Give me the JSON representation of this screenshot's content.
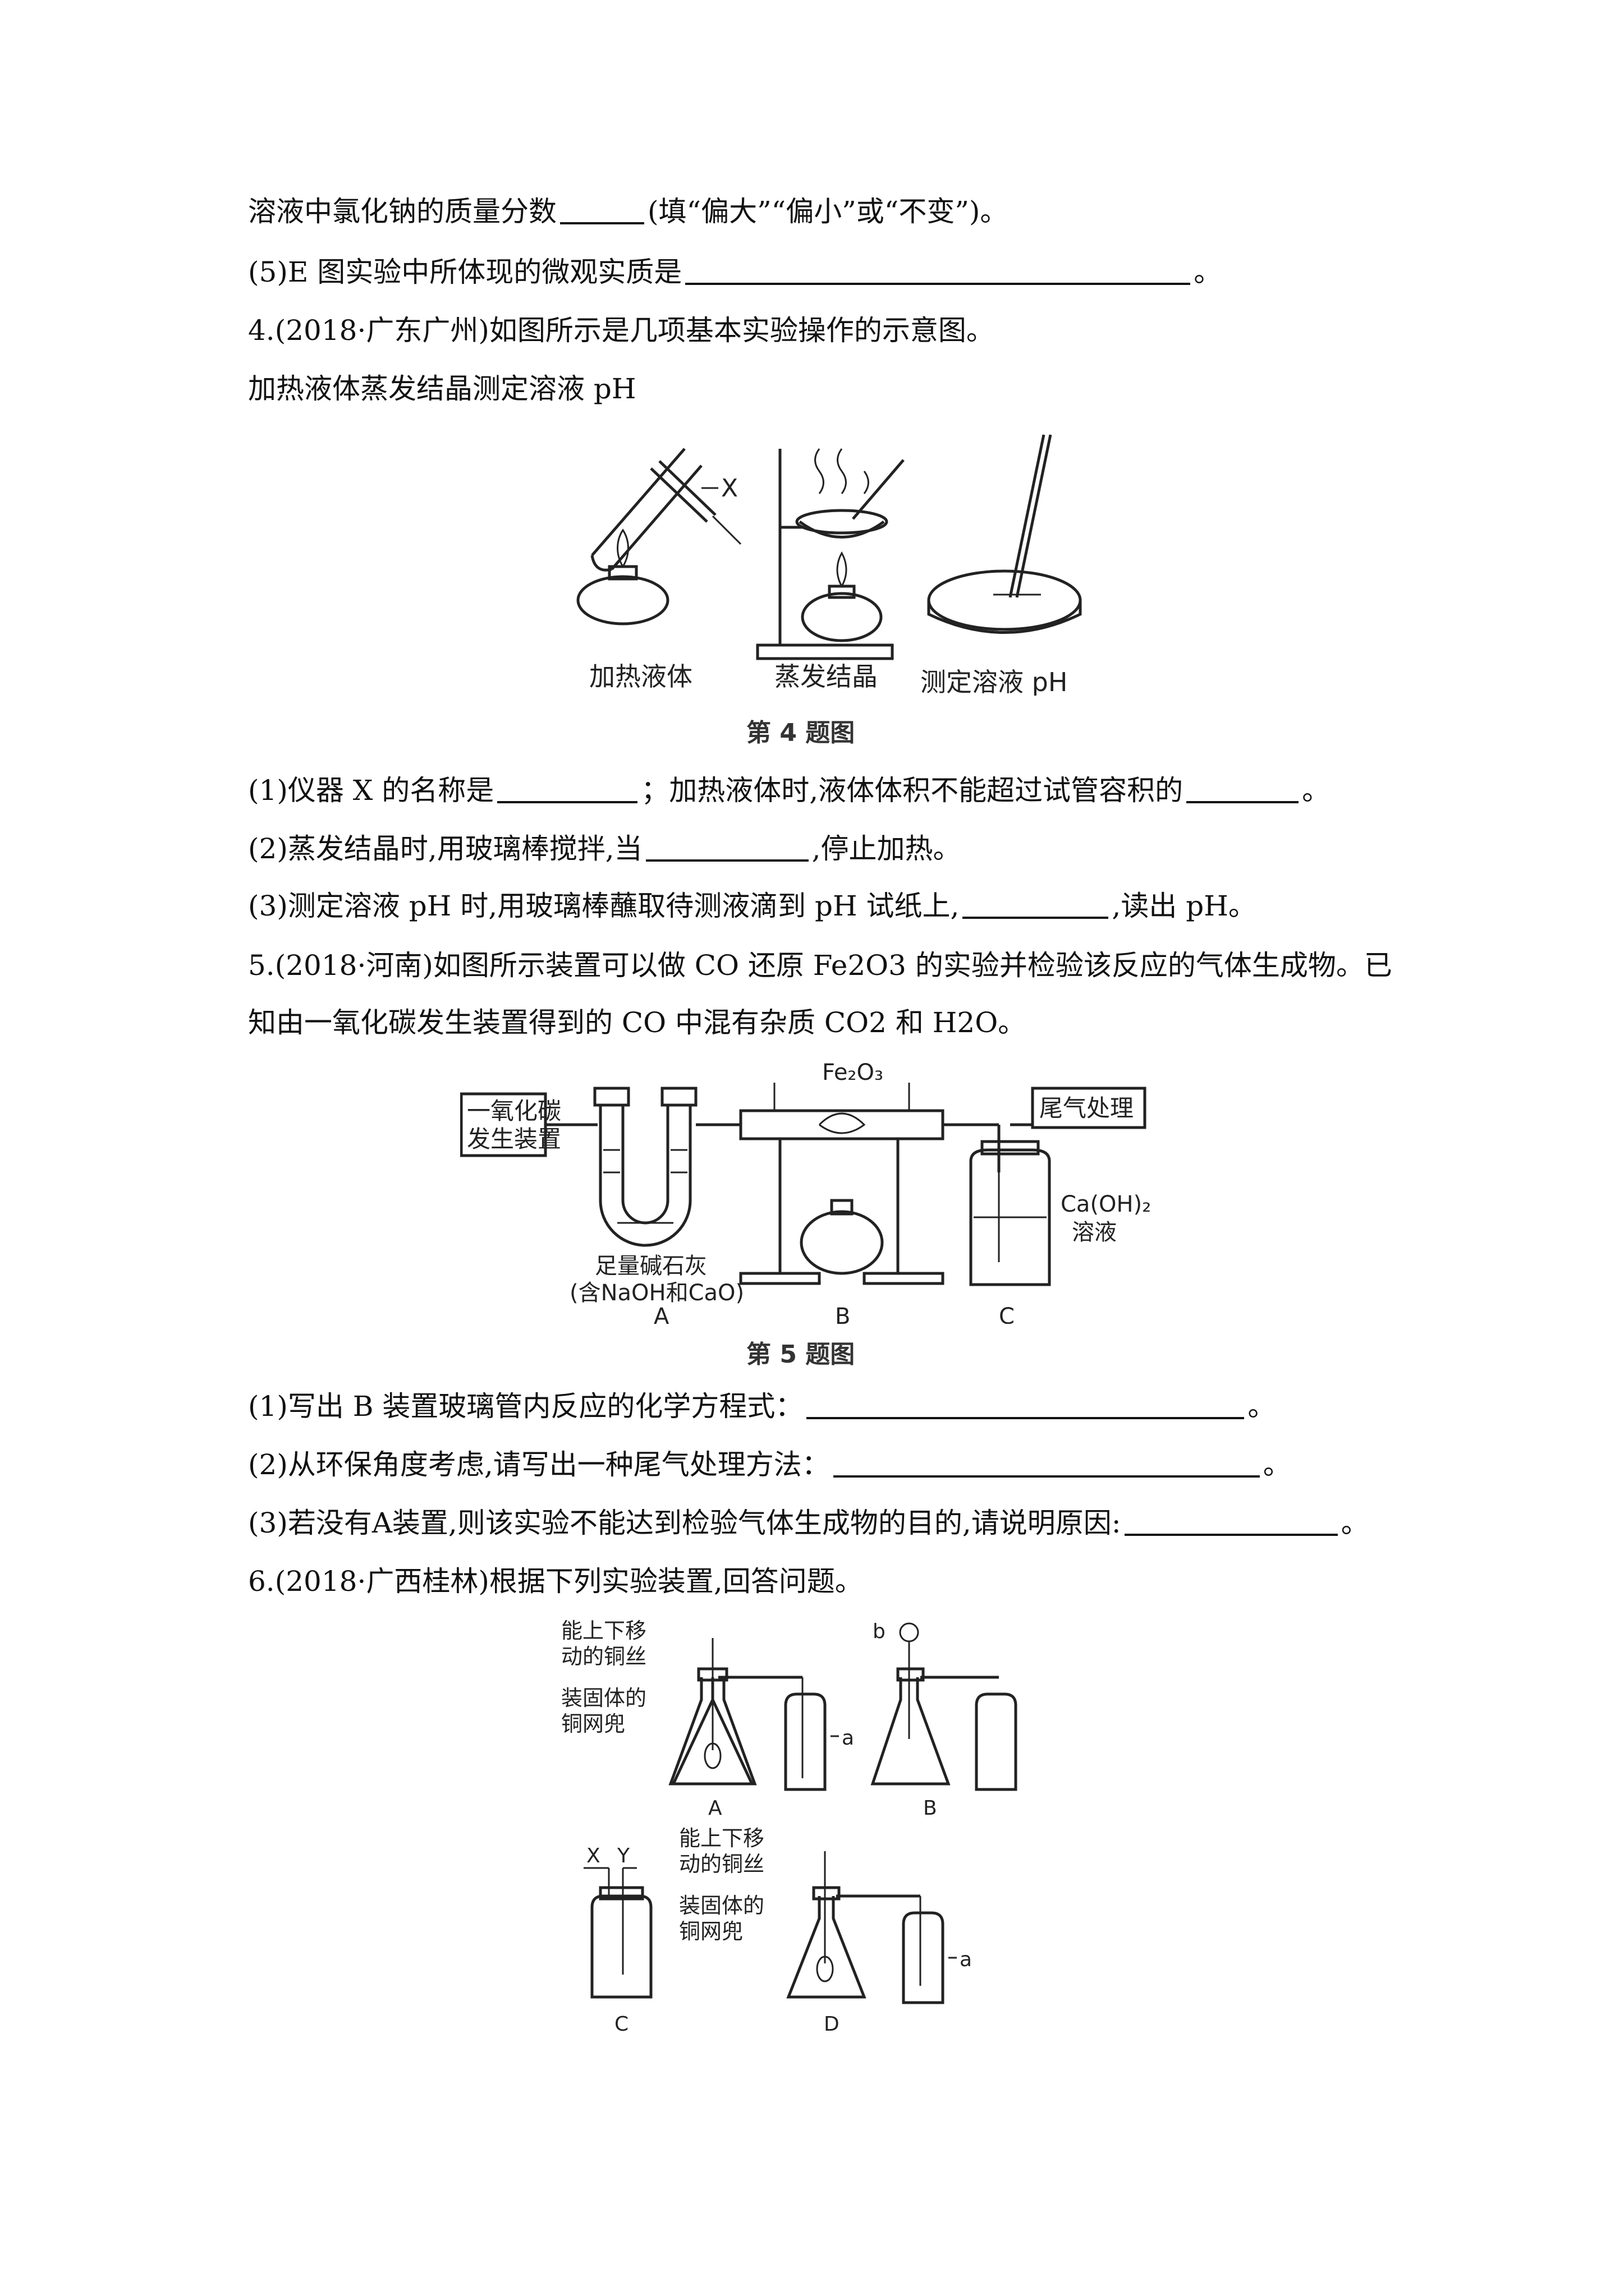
{
  "lines": {
    "l1": {
      "a": "溶液中氯化钠的质量分数",
      "b": "(填“偏大”“偏小”或“不变”)。"
    },
    "l2": {
      "a": "(5)E 图实验中所体现的微观实质是",
      "b": "。"
    },
    "q4": {
      "title": "4.(2018·广东广州)如图所示是几项基本实验操作的示意图。",
      "sub": "加热液体蒸发结晶测定溶液 pH",
      "q1a": "(1)仪器 X 的名称是",
      "q1b": "；加热液体时,液体体积不能超过试管容积的",
      "q1c": "。",
      "q2a": "(2)蒸发结晶时,用玻璃棒搅拌,当",
      "q2b": ",停止加热。",
      "q3a": "(3)测定溶液 pH 时,用玻璃棒蘸取待测液滴到 pH 试纸上,",
      "q3b": ",读出 pH。"
    },
    "q5": {
      "title1": "5.(2018·河南)如图所示装置可以做 CO 还原 Fe2O3 的实验并检验该反应的气体生成物。已",
      "title2": "知由一氧化碳发生装置得到的 CO 中混有杂质 CO2 和 H2O。",
      "q1a": "(1)写出 B 装置玻璃管内反应的化学方程式：",
      "q1b": "。",
      "q2a": "(2)从环保角度考虑,请写出一种尾气处理方法：",
      "q2b": "。",
      "q3a": "(3)若没有A装置,则该实验不能达到检验气体生成物的目的,请说明原因:",
      "q3b": "。"
    },
    "q6": {
      "title": "6.(2018·广西桂林)根据下列实验装置,回答问题。"
    }
  },
  "fig4": {
    "x_label": "X",
    "labels": [
      "加热液体",
      "蒸发结晶",
      "测定溶液 pH"
    ],
    "caption": "第 4 题图"
  },
  "fig5": {
    "gen_box": [
      "一氧化碳",
      "发生装置"
    ],
    "fe2o3": "Fe₂O₃",
    "tail_box": "尾气处理",
    "lime": [
      "足量碱石灰",
      "(含NaOH和CaO)"
    ],
    "caoh": [
      "Ca(OH)₂",
      "溶液"
    ],
    "letters": [
      "A",
      "B",
      "C"
    ],
    "caption": "第 5 题图"
  },
  "fig6": {
    "wire": [
      "能上下移",
      "动的铜丝"
    ],
    "net": [
      "装固体的",
      "铜网兜"
    ],
    "a": "a",
    "b": "b",
    "x": "X",
    "y": "Y",
    "letters": [
      "A",
      "B",
      "C",
      "D"
    ]
  }
}
